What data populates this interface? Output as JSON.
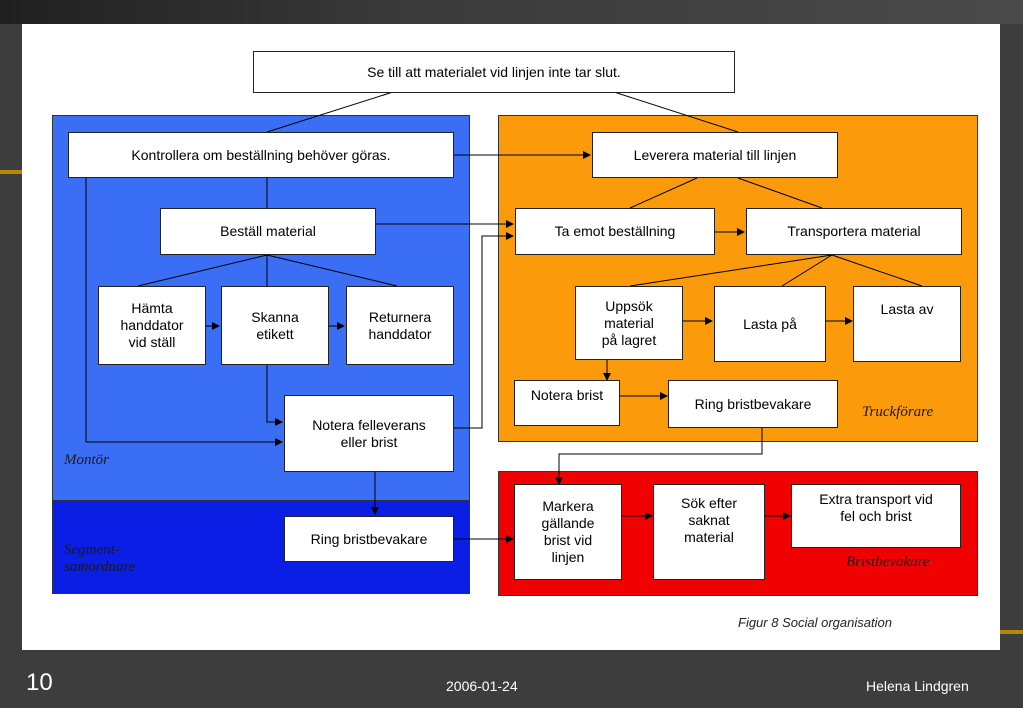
{
  "diagram": {
    "top_goal": "Se till att materialet vid linjen inte tar slut.",
    "montor": {
      "label": "Montör",
      "check": "Kontrollera om beställning behöver göras.",
      "order": "Beställ material",
      "fetch": "Hämta\nhanddator\nvid ställ",
      "scan": "Skanna\netikett",
      "return": "Returnera\nhanddator",
      "note": "Notera felleverans\neller brist"
    },
    "segment": {
      "label": "Segment-\nsamordnare",
      "ring": "Ring bristbevakare"
    },
    "truck": {
      "label": "Truckförare",
      "deliver": "Leverera material till linjen",
      "receive": "Ta emot beställning",
      "transport": "Transportera material",
      "locate": "Uppsök\nmaterial\npå lagret",
      "load": "Lasta på",
      "unload": "Lasta av",
      "note_shortage": "Notera brist",
      "ring": "Ring bristbevakare"
    },
    "brist": {
      "label": "Bristbevakare",
      "mark": "Markera\ngällande\nbrist vid\nlinjen",
      "search": "Sök efter\nsaknat\nmaterial",
      "extra": "Extra transport vid\nfel och brist"
    },
    "colors": {
      "montor": "#3a6ef5",
      "segment": "#0a1ee6",
      "truck": "#fb9a0a",
      "brist": "#f00000"
    }
  },
  "caption": "Figur 8 Social organisation",
  "footer": {
    "page": "10",
    "date": "2006-01-24",
    "author": "Helena Lindgren"
  }
}
